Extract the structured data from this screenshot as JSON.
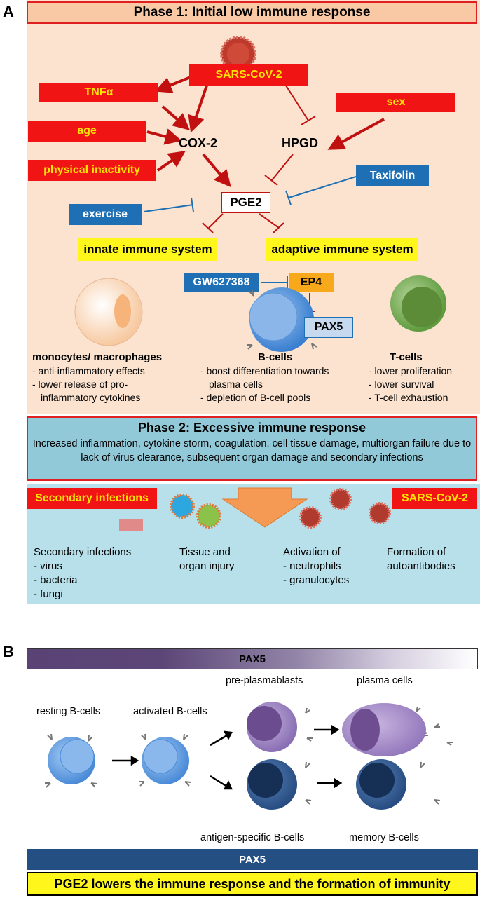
{
  "panel_a": {
    "letter": "A",
    "phase1_title": "Phase 1: Initial low immune response",
    "sars": "SARS-CoV-2",
    "tnf": "TNFα",
    "age": "age",
    "physical_inactivity": "physical inactivity",
    "sex": "sex",
    "cox2": "COX-2",
    "hpgd": "HPGD",
    "taxifolin": "Taxifolin",
    "pge2": "PGE2",
    "exercise": "exercise",
    "innate": "innate immune system",
    "adaptive": "adaptive immune system",
    "gw": "GW627368",
    "ep4": "EP4",
    "pax5": "PAX5",
    "monocytes": {
      "title": "monocytes/ macrophages",
      "lines": [
        "- anti-inflammatory effects",
        "- lower release of pro-",
        "  inflammatory cytokines"
      ]
    },
    "bcells": {
      "title": "B-cells",
      "lines": [
        "- boost differentiation towards",
        "  plasma cells",
        "- depletion of B-cell pools"
      ]
    },
    "tcells": {
      "title": "T-cells",
      "lines": [
        "- lower proliferation",
        "- lower survival",
        "- T-cell exhaustion"
      ]
    },
    "phase2_title": "Phase 2: Excessive immune response",
    "phase2_text": "Increased inflammation, cytokine storm, coagulation, cell tissue damage, multiorgan failure due to lack of virus clearance, subsequent organ damage and secondary infections",
    "secondary_label": "Secondary infections",
    "sars2": "SARS-CoV-2",
    "col1": [
      "Secondary infections",
      "- virus",
      "- bacteria",
      "- fungi"
    ],
    "col2": [
      "Tissue and",
      "organ injury"
    ],
    "col3": [
      "Activation of",
      "- neutrophils",
      "- granulocytes"
    ],
    "col4": [
      "Formation of",
      "autoantibodies"
    ]
  },
  "panel_b": {
    "letter": "B",
    "pax5_top": "PAX5",
    "pre_plasmablasts": "pre-plasmablasts",
    "plasma_cells": "plasma cells",
    "resting": "resting B-cells",
    "activated": "activated B-cells",
    "antigen_specific": "antigen-specific B-cells",
    "memory": "memory B-cells",
    "pax5_bottom": "PAX5",
    "conclusion": "PGE2 lowers the immune response and the formation of immunity"
  },
  "colors": {
    "red": "#f01414",
    "yellow_text": "#ffe600",
    "blue_box": "#1f6fb4",
    "highlight_yellow": "#fff71c",
    "phase1_bg": "#fbe3cf",
    "phase2_bg": "#92c9d9",
    "pax5_dark": "#234f82"
  }
}
